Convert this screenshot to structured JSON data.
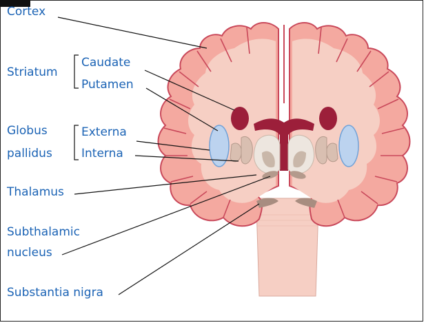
{
  "labels": {
    "cortex": "Cortex",
    "striatum": "Striatum",
    "caudate": "Caudate",
    "putamen": "Putamen",
    "globus_line1": "Globus",
    "globus_line2": "pallidus",
    "externa": "Externa",
    "interna": "Interna",
    "thalamus": "Thalamus",
    "subthalamic_line1": "Subthalamic",
    "subthalamic_line2": "nucleus",
    "substantia_nigra": "Substantia nigra"
  },
  "colors": {
    "label_text": "#1b63b5",
    "cortex_fill": "#f4a9a0",
    "cortex_stroke": "#c9485a",
    "white_matter": "#f6cfc4",
    "striatum": "#9c1f3a",
    "globus_pallidus": "#bcd3ef",
    "thalamus": "#ede6df",
    "nuclei": "#b49a8c"
  }
}
